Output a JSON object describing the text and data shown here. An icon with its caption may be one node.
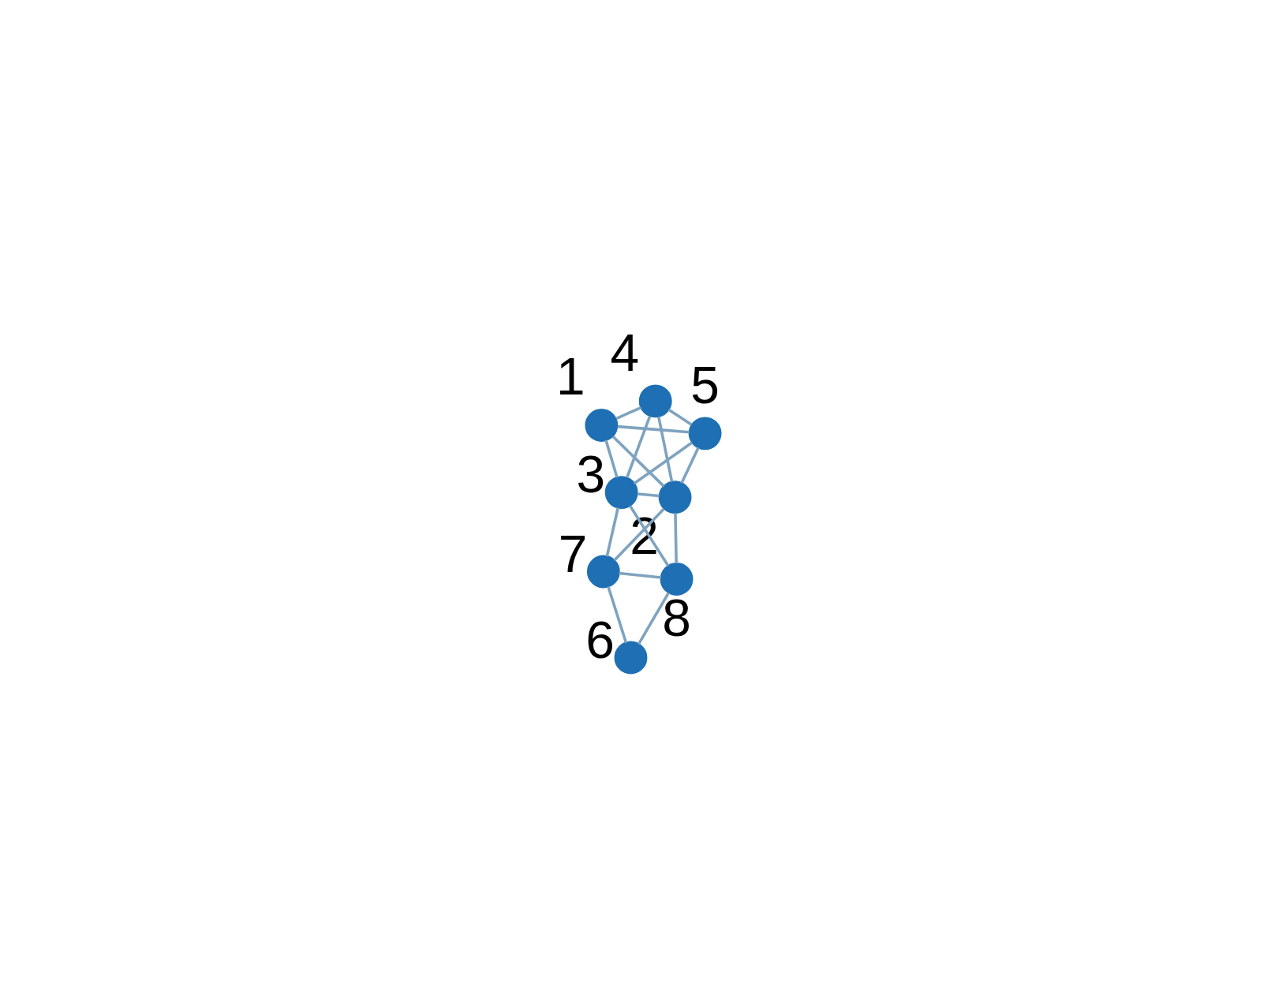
{
  "diagram": {
    "nodes": [
      {
        "text": [],
        "shape": "circle",
        "beside": [
          "1"
        ]
      },
      {
        "text": [],
        "shape": "circle",
        "beside": [
          "2"
        ]
      },
      {
        "text": [],
        "shape": "circle",
        "beside": [
          "3"
        ]
      },
      {
        "text": [],
        "shape": "circle",
        "beside": [
          "4"
        ]
      },
      {
        "text": [],
        "shape": "circle",
        "beside": [
          "5"
        ]
      },
      {
        "text": [],
        "shape": "circle",
        "beside": [
          "6"
        ]
      },
      {
        "text": [],
        "shape": "circle",
        "beside": [
          "7"
        ]
      },
      {
        "text": [],
        "shape": "circle",
        "beside": [
          "8"
        ]
      }
    ],
    "edges": [
      {
        "from": 0,
        "to": 4,
        "arrow": "none"
      },
      {
        "from": 0,
        "to": 3,
        "arrow": "none"
      },
      {
        "from": 0,
        "to": 1,
        "arrow": "none"
      },
      {
        "from": 0,
        "to": 2,
        "arrow": "none"
      },
      {
        "from": 4,
        "to": 3,
        "arrow": "none"
      },
      {
        "from": 4,
        "to": 1,
        "arrow": "none"
      },
      {
        "from": 4,
        "to": 2,
        "arrow": "none"
      },
      {
        "from": 3,
        "to": 1,
        "arrow": "none"
      },
      {
        "from": 3,
        "to": 2,
        "arrow": "none"
      },
      {
        "from": 1,
        "to": 2,
        "arrow": "none"
      },
      {
        "from": 1,
        "to": 7,
        "arrow": "none"
      },
      {
        "from": 1,
        "to": 6,
        "arrow": "none"
      },
      {
        "from": 2,
        "to": 7,
        "arrow": "none"
      },
      {
        "from": 2,
        "to": 6,
        "arrow": "none"
      },
      {
        "from": 7,
        "to": 5,
        "arrow": "none"
      },
      {
        "from": 7,
        "to": 6,
        "arrow": "none"
      },
      {
        "from": 6,
        "to": 5,
        "arrow": "none"
      }
    ]
  }
}
